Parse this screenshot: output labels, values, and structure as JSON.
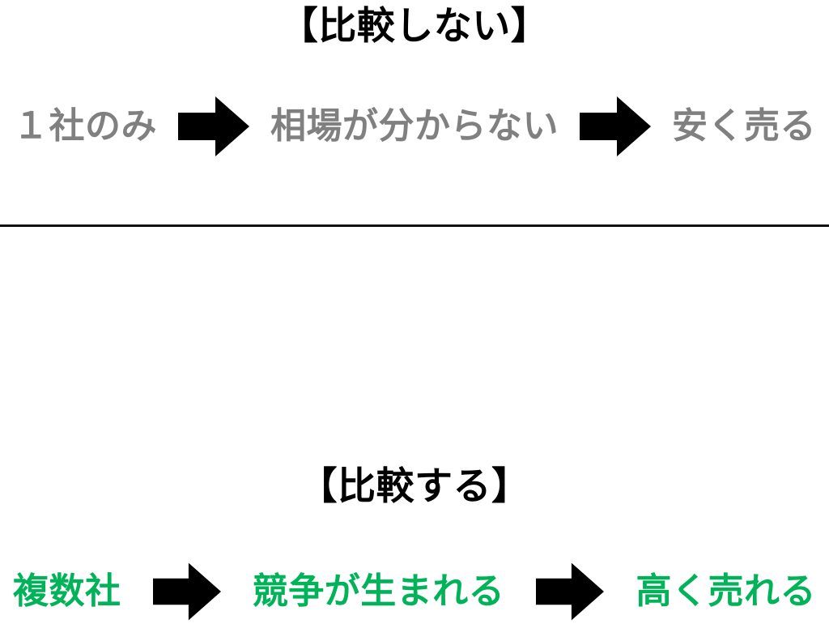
{
  "figure": {
    "background_color": "#ffffff",
    "divider_color": "#111111"
  },
  "palette": {
    "black": "#000000",
    "gray": "#808080",
    "green": "#00B359"
  },
  "sections": [
    {
      "id": "no-comparison",
      "heading": "【比較しない】",
      "heading_color": "#000000",
      "text_color": "#808080",
      "steps": [
        "１社のみ",
        "相場が分からない",
        "安く売る"
      ],
      "arrows": [
        "arrow-right-icon",
        "arrow-right-icon"
      ]
    },
    {
      "id": "with-comparison",
      "heading": "【比較する】",
      "heading_color": "#000000",
      "text_color": "#00B359",
      "steps": [
        "複数社",
        "競争が生まれる",
        "高く売れる"
      ],
      "arrows": [
        "arrow-right-icon",
        "arrow-right-icon"
      ]
    }
  ]
}
